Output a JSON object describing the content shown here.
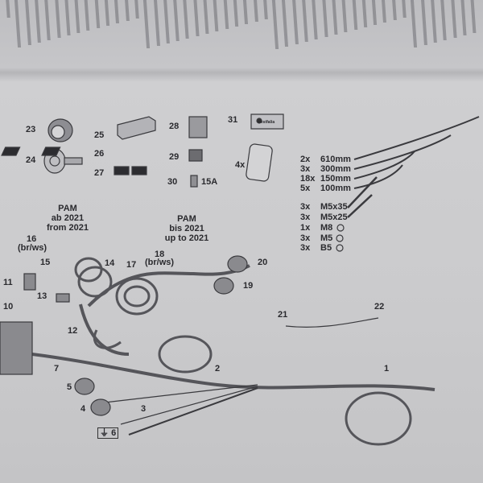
{
  "parts": {
    "p23": "23",
    "p24": "24",
    "p25": "25",
    "p26": "26",
    "p27": "27",
    "p28": "28",
    "p29": "29",
    "p30": "30",
    "fuse": "15A",
    "p31": "31",
    "pads": "4x",
    "p1": "1",
    "p2": "2",
    "p3": "3",
    "p4": "4",
    "p5": "5",
    "p6": "6",
    "p7": "7",
    "p10": "10",
    "p11": "11",
    "p12": "12",
    "p13": "13",
    "p14": "14",
    "p15": "15",
    "p16": "16",
    "p16c": "(br/ws)",
    "p17": "17",
    "p18": "18",
    "p18c": "(br/ws)",
    "p19": "19",
    "p20": "20",
    "p21": "21",
    "p22": "22"
  },
  "manual_logo": "westfalia",
  "pam_from": {
    "l1": "PAM",
    "l2": "ab 2021",
    "l3": "from 2021"
  },
  "pam_upto": {
    "l1": "PAM",
    "l2": "bis 2021",
    "l3": "up to 2021"
  },
  "ties": [
    {
      "qty": "2x",
      "size": "610mm"
    },
    {
      "qty": "3x",
      "size": "300mm"
    },
    {
      "qty": "18x",
      "size": "150mm"
    },
    {
      "qty": "5x",
      "size": "100mm"
    }
  ],
  "hardware": [
    {
      "qty": "3x",
      "size": "M5x35"
    },
    {
      "qty": "3x",
      "size": "M5x25"
    },
    {
      "qty": "1x",
      "size": "M8"
    },
    {
      "qty": "3x",
      "size": "M5"
    },
    {
      "qty": "3x",
      "size": "B5"
    }
  ],
  "ground_symbol": "⏚"
}
